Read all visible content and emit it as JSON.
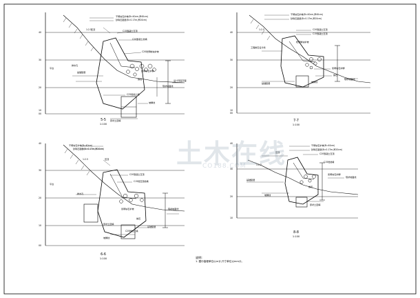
{
  "watermark": {
    "main": "土木在线",
    "sub": "CO188.COM"
  },
  "notes": {
    "title": "说明:",
    "line1": "1. 图中高程单位以m计,尺寸单位以mm计。"
  },
  "sections": [
    {
      "id": "s1",
      "name": "5-5",
      "scale": "1:100",
      "levels": [
        "40",
        "30",
        "20",
        "10",
        "00"
      ],
      "callouts": [
        "干砌块石护坡(B=40cm,厚40cm)",
        "砂砾石垫层(B=0.17m,厚20cm)",
        "压顶",
        "C15混凝土压顶",
        "C20混凝土挡墙",
        "C20砼预制块护坡",
        "浆砌块石护脚",
        "抛石",
        "现状地面线",
        "基础垫层",
        "C25砼挡土墙",
        "坡脚线",
        "原状土回填",
        "设计河底高程",
        "排水孔",
        "平台",
        "1:2.5"
      ]
    },
    {
      "id": "s2",
      "name": "7-7",
      "scale": "1:100",
      "levels": [
        "40",
        "30",
        "20",
        "10",
        "00"
      ],
      "callouts": [
        "干砌块石护坡(B=40cm,厚40cm)",
        "砂砾石垫层(B=0.17m,厚20cm)",
        "C20混凝土压顶",
        "C15混凝土压顶",
        "砼预制块护坡",
        "浆砌块石护脚",
        "抛石",
        "现状地面线",
        "工程抛石设计线",
        "基础垫层",
        "坡脚线",
        "1:2.5"
      ]
    },
    {
      "id": "s3",
      "name": "6-6",
      "scale": "1:100",
      "levels": [
        "40",
        "30",
        "20",
        "10",
        "00"
      ],
      "callouts": [
        "干砌块石护坡(B=40cm)",
        "砂砾石垫层(B=0.17m,厚20cm)",
        "压顶",
        "C20混凝土压顶",
        "C15砼压顶挡墙",
        "浆砌块石护坡",
        "抛石",
        "现状地面线",
        "基础垫层",
        "C25砼挡土墙",
        "坡脚线",
        "原状土回填",
        "排水孔",
        "平台",
        "1:2.5"
      ]
    },
    {
      "id": "s4",
      "name": "8-8",
      "scale": "1:100",
      "levels": [
        "40",
        "30",
        "20",
        "10"
      ],
      "callouts": [
        "干砌块石护坡(B=40cm)",
        "砂砾石垫层(B=0.17m,厚20cm)",
        "压顶",
        "C20混凝土压顶",
        "C15砼挡墙",
        "浆砌块石护脚",
        "抛石",
        "现状地面线",
        "基础垫层",
        "坡脚线",
        "原状土回填",
        "1:2.5"
      ]
    }
  ]
}
